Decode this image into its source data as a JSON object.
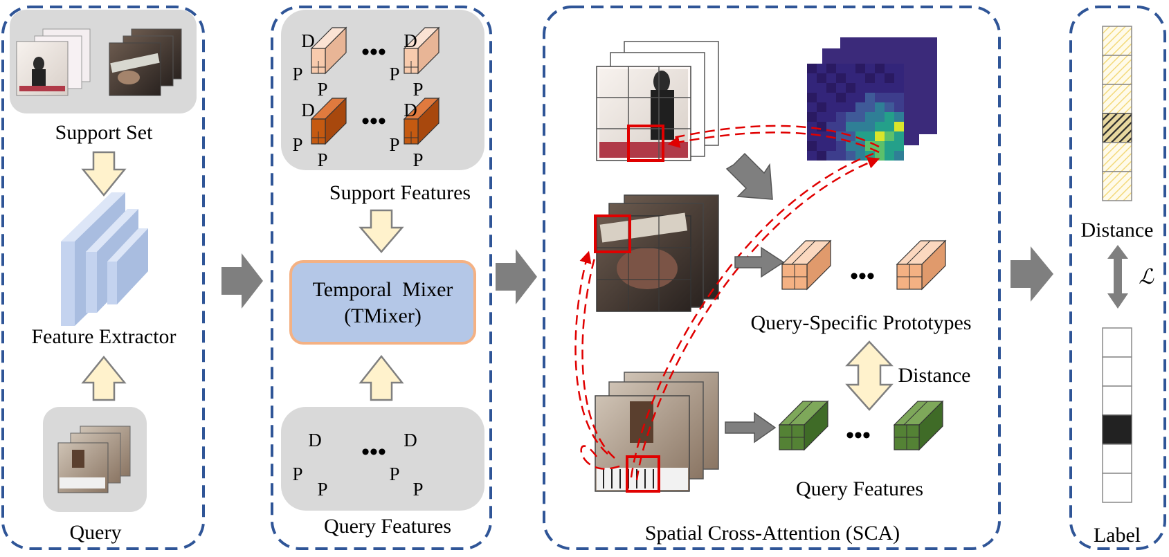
{
  "panel1": {
    "support_label": "Support Set",
    "extractor_label": "Feature Extractor",
    "query_label": "Query"
  },
  "panel2": {
    "support_features_label": "Support Features",
    "mixer_line1": "Temporal  Mixer",
    "mixer_line2": "(TMixer)",
    "query_features_label": "Query Features",
    "dim_d": "D",
    "dim_p": "P",
    "ellipsis": "•••"
  },
  "panel3": {
    "title": "Spatial Cross-Attention (SCA)",
    "prototypes_label": "Query-Specific Prototypes",
    "distance_label": "Distance",
    "query_features_label": "Query Features",
    "ellipsis": "•••"
  },
  "panel4": {
    "distance_label": "Distance",
    "loss_symbol": "ℒ",
    "label_label": "Label"
  },
  "colors": {
    "panel_border": "#2f5597",
    "gray_panel": "#d9d9d9",
    "block_arrow": "#7f7f7f",
    "cream_arrow": "#fff2cc",
    "mixer_fill": "#b4c7e7",
    "mixer_border": "#f4b183",
    "support_light": "#f8cbad",
    "support_dark": "#c55a11",
    "query_green": "#548235",
    "prototype": "#f4b183",
    "attention_red": "#e00000"
  },
  "icons": [
    "cnn-layers-icon",
    "feature-cube-icon",
    "video-frame-icon",
    "heatmap-icon",
    "stripe-bar-icon"
  ]
}
